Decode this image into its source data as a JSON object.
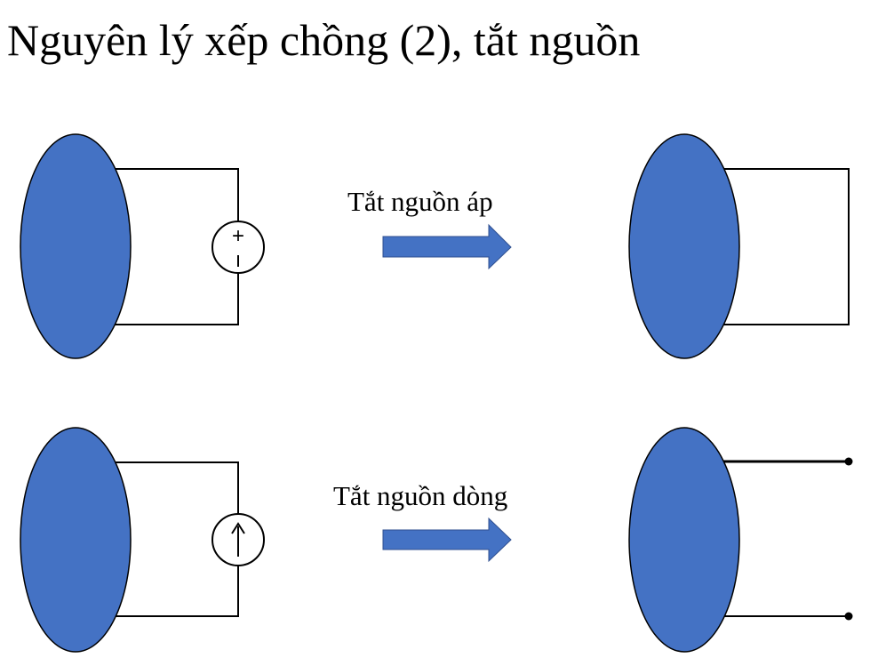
{
  "title": "Nguyên lý xếp chồng (2), tắt nguồn",
  "colors": {
    "network_fill": "#4472C4",
    "arrow_fill": "#4472C4",
    "wire": "#000000",
    "background": "#FFFFFF"
  },
  "voltage_row": {
    "arrow_label": "Tắt nguồn áp",
    "source_plus": "+",
    "source_minus": "−"
  },
  "current_row": {
    "arrow_label": "Tắt nguồn dòng"
  }
}
